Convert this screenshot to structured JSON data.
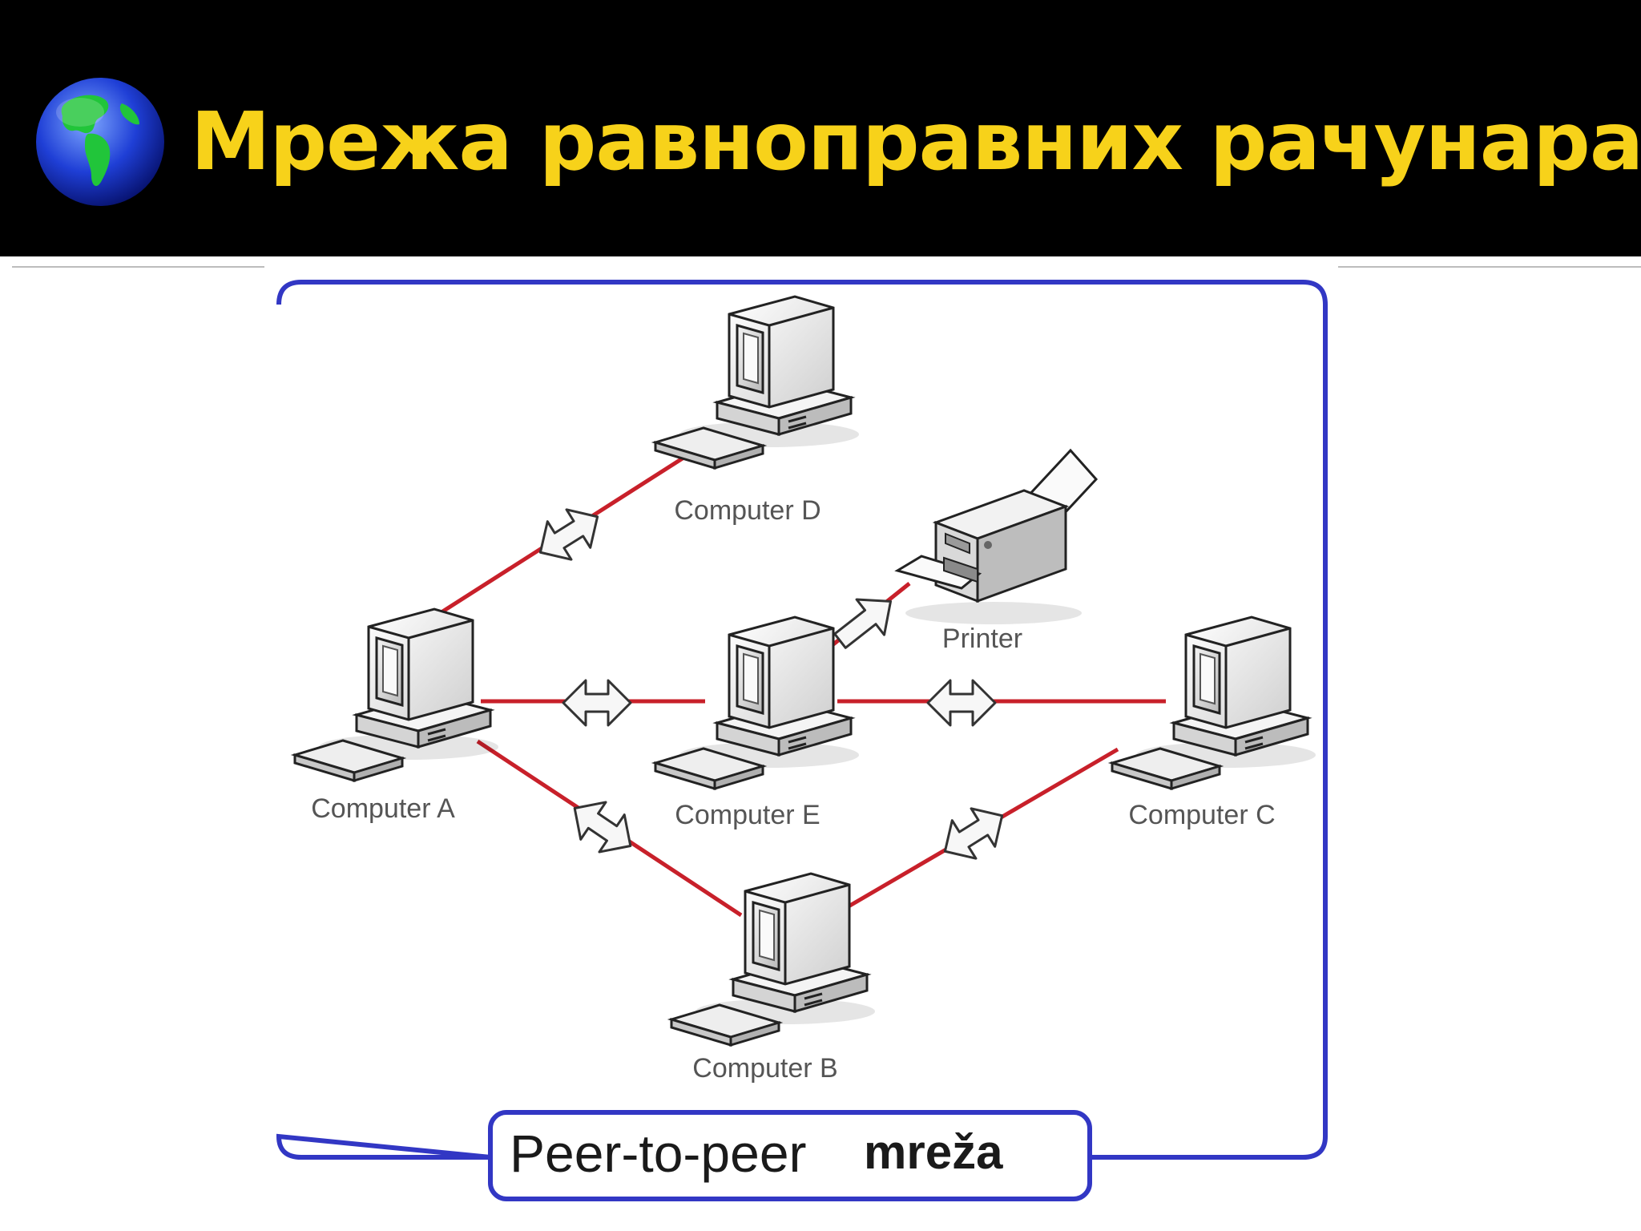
{
  "slide": {
    "title": "Мрежа равноправних рачунара",
    "title_color": "#f7d21a",
    "header_background": "#000000",
    "icon": "globe-icon"
  },
  "diagram": {
    "frame_color": "#3237c4",
    "link_color": "#c8202a",
    "nodes": {
      "computer_a": "Computer A",
      "computer_b": "Computer B",
      "computer_c": "Computer C",
      "computer_d": "Computer D",
      "computer_e": "Computer E",
      "printer": "Printer"
    },
    "connections": [
      [
        "Computer A",
        "Computer D"
      ],
      [
        "Computer A",
        "Computer E"
      ],
      [
        "Computer A",
        "Computer B"
      ],
      [
        "Computer E",
        "Computer C"
      ],
      [
        "Computer E",
        "Printer"
      ],
      [
        "Computer B",
        "Computer C"
      ]
    ],
    "caption": {
      "text": "Peer-to-peer",
      "bold_text": "mreža"
    }
  }
}
